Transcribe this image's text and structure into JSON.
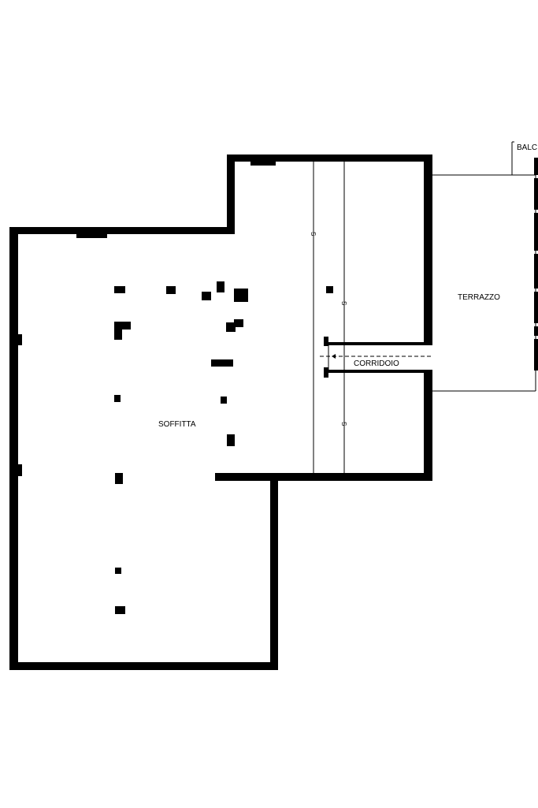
{
  "rooms": {
    "soffitta": "SOFFITTA",
    "corridoio": "CORRIDOIO",
    "terrazzo": "TERRAZZO",
    "balcone": "BALC"
  },
  "marks": {
    "s1": "S",
    "s2": "S",
    "s3": "S"
  },
  "colors": {
    "wall": "#000000",
    "line": "#000000",
    "background": "#ffffff"
  }
}
